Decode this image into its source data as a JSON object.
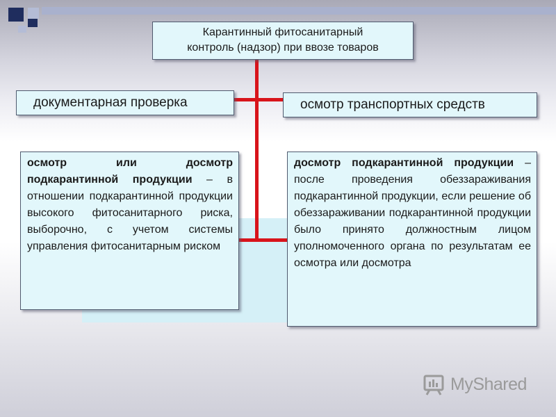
{
  "title": {
    "line1": "Карантинный фитосанитарный",
    "line2": "контроль (надзор) при ввозе товаров"
  },
  "branches": {
    "left": "документарная проверка",
    "right": "осмотр транспортных средств"
  },
  "details": {
    "left": {
      "bold": "осмотр или досмотр подкарантинной продукции",
      "text": " – в отношении подкарантинной продукции высокого фитосанитарного риска, выборочно, с учетом системы управления фитосанитарным риском"
    },
    "right": {
      "bold": "досмотр подкарантинной продукции",
      "text": " – после проведения обеззараживания подкарантинной продукции, если решение об обеззараживании подкарантинной продукции было принято должностным лицом уполномоченного органа по результатам ее осмотра или досмотра"
    }
  },
  "watermark": {
    "text": "MyShared"
  },
  "colors": {
    "connector": "#d8141b",
    "box_fill": "#e2f7fb",
    "accent_navy": "#1f2d5e"
  }
}
